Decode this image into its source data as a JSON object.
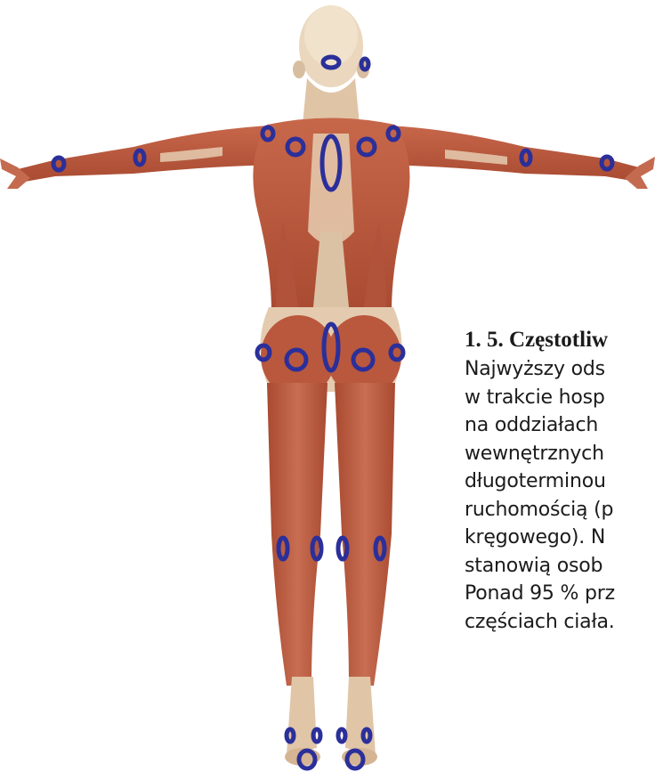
{
  "figure": {
    "subject": "human back muscle anatomy with pressure point markers",
    "marker_color": "#2b2f9a",
    "skin_color": "#b75a3c",
    "tendon_color": "#ecd8c0"
  },
  "caption": {
    "heading": "1. 5. Częstotliw",
    "lines": [
      "Najwyższy ods",
      "w trakcie hosp",
      "na oddziałach",
      "wewnętrznych",
      "długoterminou",
      "ruchomością (p",
      "kręgowego). N",
      "stanowią osob",
      "Ponad 95 % prz",
      "częściach ciała."
    ]
  }
}
